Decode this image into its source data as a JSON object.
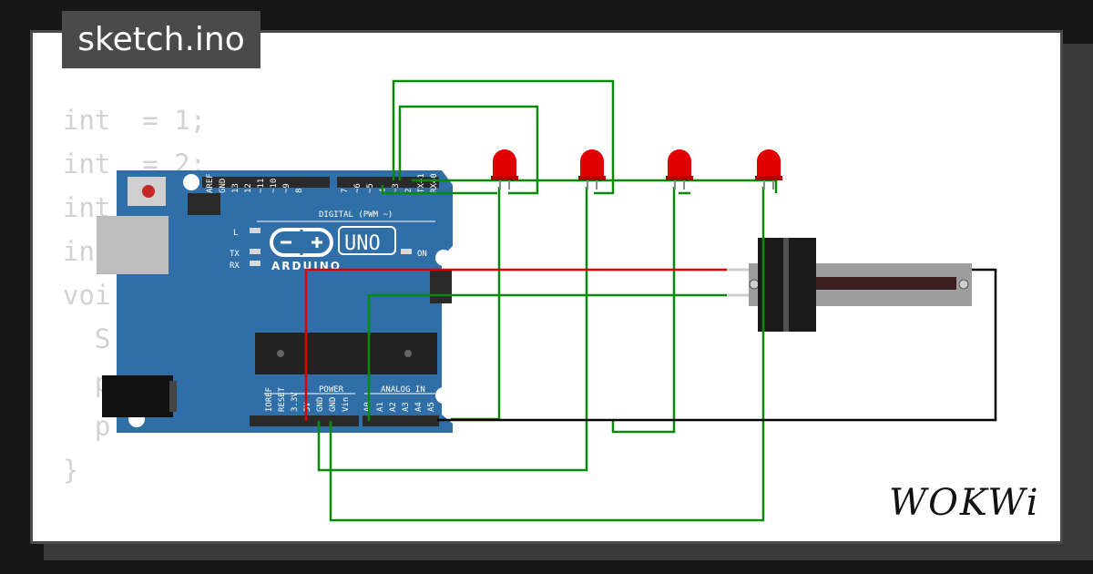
{
  "window": {
    "title": "sketch.ino"
  },
  "code_lines": [
    {
      "text": "int  = 1;"
    },
    {
      "text": "int  = 2;"
    },
    {
      "text": "int"
    },
    {
      "text": "in"
    },
    {
      "text": "voi"
    },
    {
      "text": "  S"
    },
    {
      "text": "  p"
    },
    {
      "text": "  p"
    },
    {
      "text": "}"
    }
  ],
  "board": {
    "brand": "ARDUINO",
    "model": "UNO",
    "header_digital": "DIGITAL (PWM ~)",
    "header_power": "POWER",
    "header_analog": "ANALOG IN",
    "led_l": "L",
    "led_tx": "TX",
    "led_rx": "RX",
    "led_on": "ON",
    "digital_pins": [
      "AREF",
      "GND",
      "13",
      "12",
      "~11",
      "~10",
      "~9",
      "8",
      "7",
      "~6",
      "~5",
      "4",
      "~3",
      "2",
      "TX→1",
      "RX←0"
    ],
    "power_pins": [
      "IOREF",
      "RESET",
      "3.3V",
      "5V",
      "GND",
      "GND",
      "Vin"
    ],
    "analog_pins": [
      "A0",
      "A1",
      "A2",
      "A3",
      "A4",
      "A5"
    ]
  },
  "logo": {
    "text": "WOKWi"
  },
  "colors": {
    "board": "#2f6ea6",
    "wire_green": "#0a8a0a",
    "wire_red": "#e00000",
    "wire_black": "#000000",
    "led": "#e10000"
  }
}
